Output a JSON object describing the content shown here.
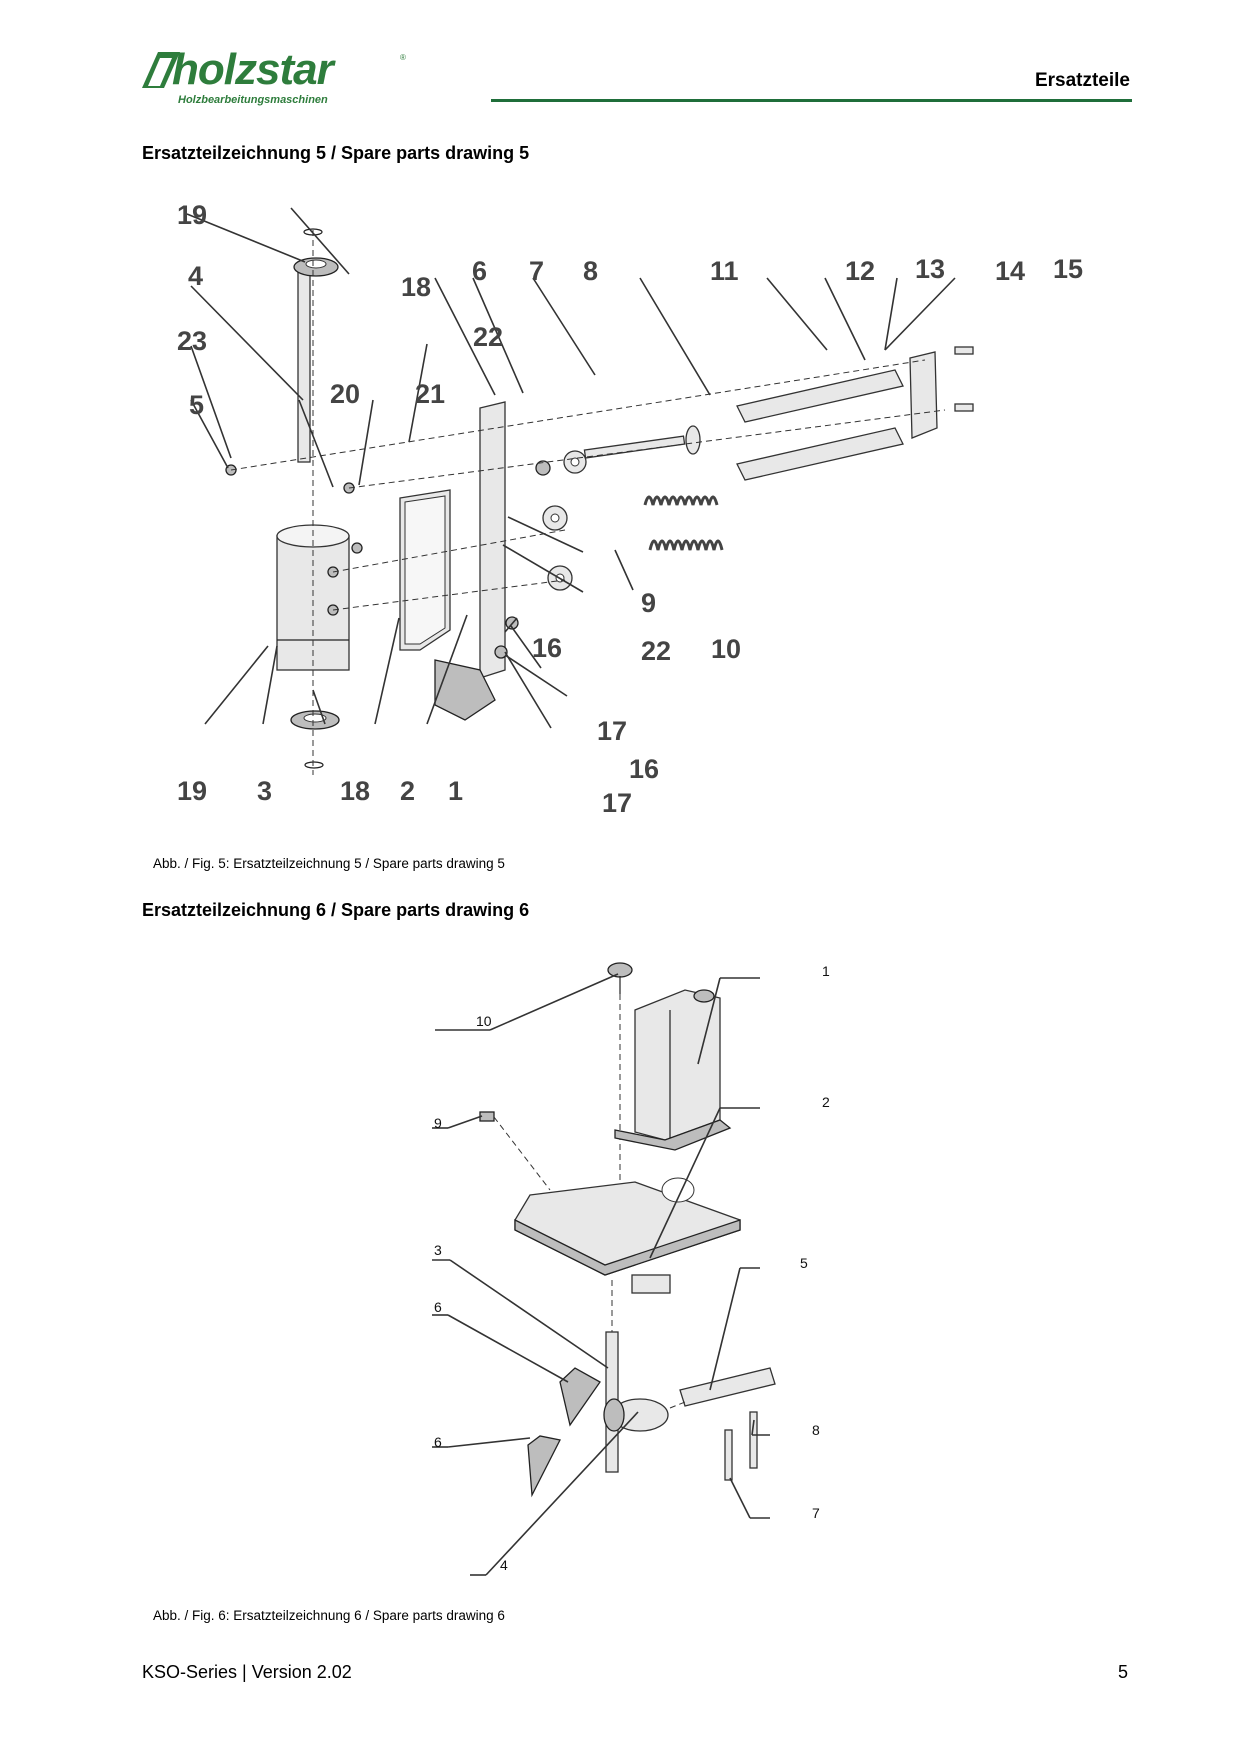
{
  "header": {
    "brand": "holzstar",
    "brand_sub": "Holzbearbeitungsmaschinen",
    "title": "Ersatzteile"
  },
  "section5": {
    "title": "Ersatzteilzeichnung 5 / Spare parts drawing 5",
    "caption": "Abb. / Fig. 5: Ersatzteilzeichnung 5 / Spare parts drawing 5",
    "labels": [
      "19",
      "18",
      "4",
      "23",
      "5",
      "20",
      "21",
      "22",
      "6",
      "7",
      "8",
      "11",
      "12",
      "13",
      "14",
      "15",
      "9",
      "22",
      "10",
      "16",
      "17",
      "16",
      "17",
      "19",
      "3",
      "18",
      "2",
      "1"
    ]
  },
  "section6": {
    "title": "Ersatzteilzeichnung 6 / Spare parts drawing 6",
    "caption": "Abb. / Fig. 6: Ersatzteilzeichnung 6 / Spare parts drawing 6",
    "labels": [
      "10",
      "1",
      "2",
      "9",
      "3",
      "5",
      "6",
      "8",
      "6",
      "7",
      "4"
    ]
  },
  "footer": {
    "series": "KSO-Series | Version 2.02",
    "page": "5"
  },
  "colors": {
    "brand_green": "#2e7d3c",
    "rule_green": "#1f6e3a"
  }
}
